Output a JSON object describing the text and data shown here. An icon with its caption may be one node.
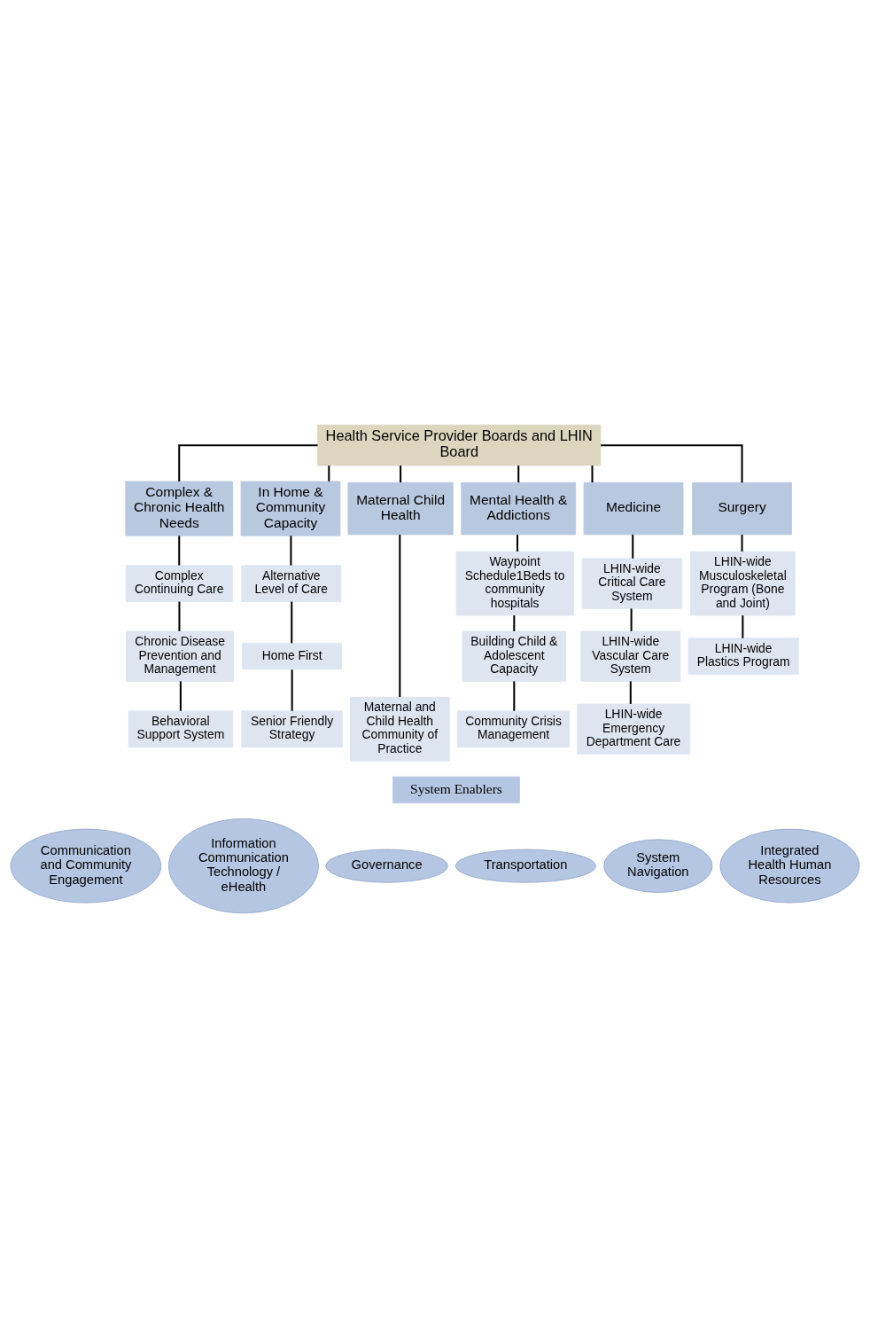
{
  "diagram": {
    "nodes": [
      {
        "text": [
          "Health Service Provider Boards and LHIN Board"
        ]
      },
      {
        "text": [
          "Complex & Chronic Health Needs"
        ]
      },
      {
        "text": [
          "In Home & Community Capacity"
        ]
      },
      {
        "text": [
          "Maternal Child Health"
        ]
      },
      {
        "text": [
          "Mental Health & Addictions"
        ]
      },
      {
        "text": [
          "Medicine"
        ]
      },
      {
        "text": [
          "Surgery"
        ]
      },
      {
        "text": [
          "Complex Continuing Care"
        ]
      },
      {
        "text": [
          "Chronic Disease Prevention and Management"
        ]
      },
      {
        "text": [
          "Behavioral Support System"
        ]
      },
      {
        "text": [
          "Alternative Level of Care"
        ]
      },
      {
        "text": [
          "Home First"
        ]
      },
      {
        "text": [
          "Senior Friendly Strategy"
        ]
      },
      {
        "text": [
          "Maternal and Child Health Community of Practice"
        ]
      },
      {
        "text": [
          "Waypoint Schedule1Beds to community hospitals"
        ]
      },
      {
        "text": [
          "Building Child & Adolescent Capacity"
        ]
      },
      {
        "text": [
          "Community Crisis Management"
        ]
      },
      {
        "text": [
          "LHIN-wide Critical Care System"
        ]
      },
      {
        "text": [
          "LHIN-wide Vascular Care System"
        ]
      },
      {
        "text": [
          "LHIN-wide Emergency Department Care"
        ]
      },
      {
        "text": [
          "LHIN-wide Musculoskeletal Program (Bone and Joint)"
        ]
      },
      {
        "text": [
          "LHIN-wide Plastics Program"
        ]
      },
      {
        "text": [
          "System Enablers"
        ]
      },
      {
        "text": [
          "Communication and Community Engagement"
        ]
      },
      {
        "text": [
          "Information Communication Technology / eHealth"
        ]
      },
      {
        "text": [
          "Governance"
        ]
      },
      {
        "text": [
          "Transportation"
        ]
      },
      {
        "text": [
          "System Navigation"
        ]
      },
      {
        "text": [
          "Integrated Health Human Resources"
        ]
      }
    ],
    "edges": [
      {
        "from": 0,
        "to": 1,
        "arrow": "none"
      },
      {
        "from": 0,
        "to": 2,
        "arrow": "none"
      },
      {
        "from": 0,
        "to": 3,
        "arrow": "none"
      },
      {
        "from": 0,
        "to": 4,
        "arrow": "none"
      },
      {
        "from": 0,
        "to": 5,
        "arrow": "none"
      },
      {
        "from": 0,
        "to": 6,
        "arrow": "none"
      },
      {
        "from": 1,
        "to": 7,
        "arrow": "none"
      },
      {
        "from": 7,
        "to": 8,
        "arrow": "none"
      },
      {
        "from": 8,
        "to": 9,
        "arrow": "none"
      },
      {
        "from": 2,
        "to": 10,
        "arrow": "none"
      },
      {
        "from": 10,
        "to": 11,
        "arrow": "none"
      },
      {
        "from": 11,
        "to": 12,
        "arrow": "none"
      },
      {
        "from": 3,
        "to": 13,
        "arrow": "none"
      },
      {
        "from": 4,
        "to": 14,
        "arrow": "none"
      },
      {
        "from": 14,
        "to": 15,
        "arrow": "none"
      },
      {
        "from": 15,
        "to": 16,
        "arrow": "none"
      },
      {
        "from": 5,
        "to": 17,
        "arrow": "none"
      },
      {
        "from": 17,
        "to": 18,
        "arrow": "none"
      },
      {
        "from": 18,
        "to": 19,
        "arrow": "none"
      },
      {
        "from": 6,
        "to": 20,
        "arrow": "none"
      },
      {
        "from": 20,
        "to": 21,
        "arrow": "none"
      }
    ]
  }
}
